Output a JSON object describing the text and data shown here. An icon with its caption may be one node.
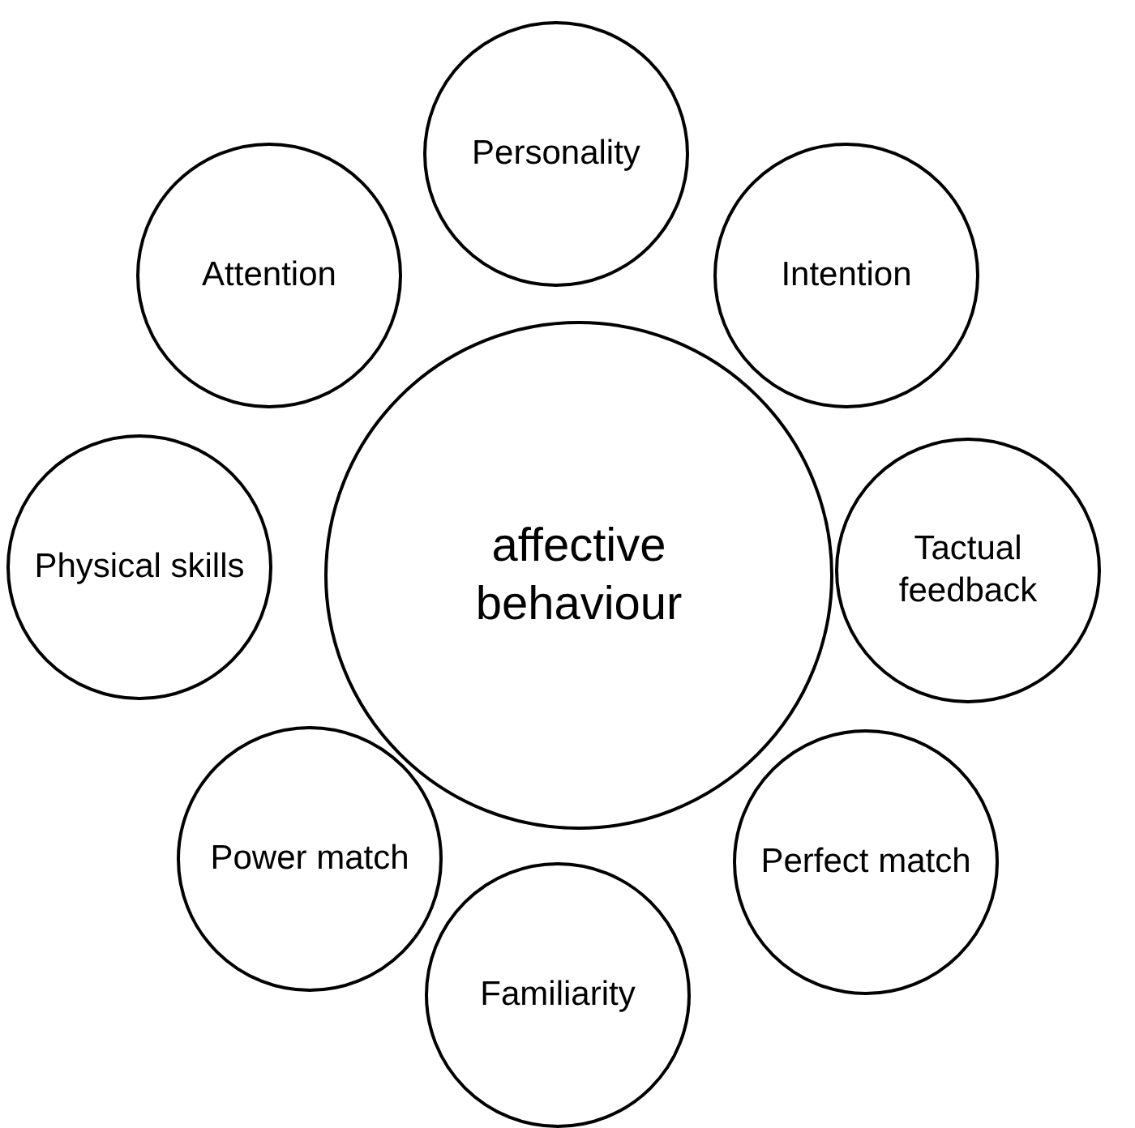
{
  "diagram": {
    "nodes": [
      {
        "text": [
          "Personality"
        ]
      },
      {
        "text": [
          "Attention"
        ]
      },
      {
        "text": [
          "Intention"
        ]
      },
      {
        "text": [
          "affective behaviour"
        ]
      },
      {
        "text": [
          "Physical skills"
        ]
      },
      {
        "text": [
          "Tactual feedback"
        ]
      },
      {
        "text": [
          "Power match"
        ]
      },
      {
        "text": [
          "Perfect match"
        ]
      },
      {
        "text": [
          "Familiarity"
        ]
      }
    ]
  }
}
